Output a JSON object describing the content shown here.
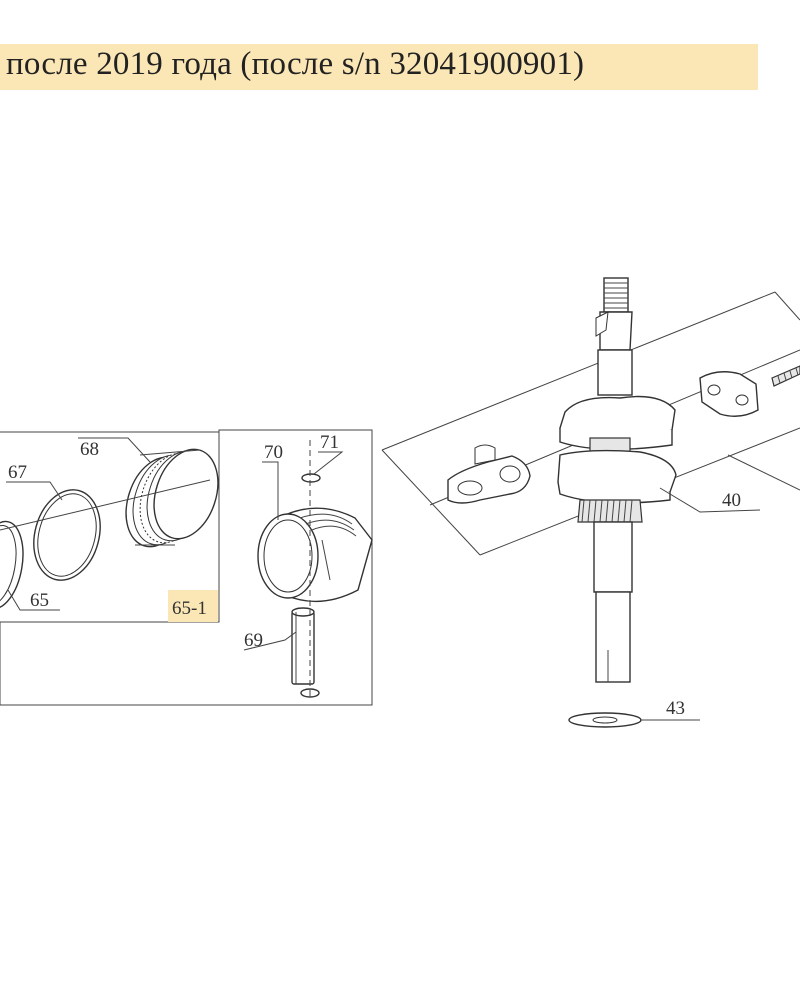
{
  "title": "после 2019 года (после s/n 32041900901)",
  "colors": {
    "banner": "#fbe7b6",
    "line": "#333333",
    "highlight": "#fbe7b6"
  },
  "callouts": {
    "p40": "40",
    "p43": "43",
    "p65": "65",
    "p65_1": "65-1",
    "p67": "67",
    "p68": "68",
    "p69": "69",
    "p70": "70",
    "p71": "71"
  }
}
